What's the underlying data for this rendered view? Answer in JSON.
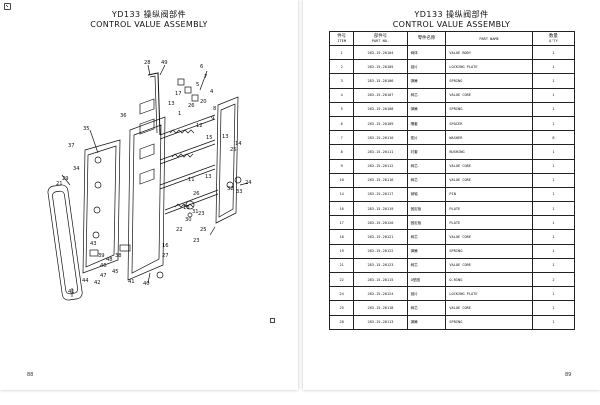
{
  "left_page": {
    "title_cn": "YD133 操纵阀部件",
    "title_en": "CONTROL VALUE ASSEMBLY",
    "page_number": "88",
    "callouts": [
      "28",
      "49",
      "7",
      "6",
      "5",
      "4",
      "20",
      "8",
      "9",
      "26",
      "17",
      "13",
      "1",
      "12",
      "15",
      "13",
      "14",
      "25",
      "32",
      "33",
      "24",
      "13",
      "11",
      "26",
      "31",
      "30",
      "23",
      "10",
      "25",
      "23",
      "22",
      "16",
      "36",
      "37",
      "35",
      "34",
      "29",
      "43",
      "41",
      "46",
      "47",
      "48",
      "41",
      "40",
      "44",
      "42",
      "39",
      "45",
      "38",
      "21",
      "27"
    ]
  },
  "right_page": {
    "title_cn": "YD133 操纵阀部件",
    "title_en": "CONTROL VALUE ASSEMBLY",
    "page_number": "89",
    "headers": {
      "item_cn": "件号",
      "item_en": "ITEM",
      "part_cn": "部件号",
      "part_en": "PART NO.",
      "name_cn": "零件名称",
      "pname_en": "PART NAME",
      "qty_cn": "数量",
      "qty_en": "Q'TY"
    },
    "rows": [
      {
        "item": "1",
        "part": "283-15-20104",
        "cn": "阀体",
        "name": "VALUE BODY",
        "qty": "1"
      },
      {
        "item": "2",
        "part": "283-15-20105",
        "cn": "锁片",
        "name": "LOCKING PLATE",
        "qty": "1"
      },
      {
        "item": "3",
        "part": "283-15-20106",
        "cn": "弹簧",
        "name": "SPRING",
        "qty": "1"
      },
      {
        "item": "4",
        "part": "283-15-20107",
        "cn": "阀芯",
        "name": "VALUE CORE",
        "qty": "1"
      },
      {
        "item": "5",
        "part": "283-15-20108",
        "cn": "弹簧",
        "name": "SPRING",
        "qty": "1"
      },
      {
        "item": "6",
        "part": "283-15-20109",
        "cn": "隔套",
        "name": "SPACER",
        "qty": "1"
      },
      {
        "item": "7",
        "part": "283-15-20110",
        "cn": "垫片",
        "name": "WASHER",
        "qty": "8"
      },
      {
        "item": "8",
        "part": "283-15-20111",
        "cn": "衬套",
        "name": "BUSHING",
        "qty": "1"
      },
      {
        "item": "9",
        "part": "283-15-20112",
        "cn": "阀芯",
        "name": "VALUE CORE",
        "qty": "1"
      },
      {
        "item": "10",
        "part": "283-15-20116",
        "cn": "阀芯",
        "name": "VALUE CORE",
        "qty": "1"
      },
      {
        "item": "14",
        "part": "283-15-20117",
        "cn": "销轴",
        "name": "PIN",
        "qty": "1"
      },
      {
        "item": "16",
        "part": "283-15-20119",
        "cn": "固定板",
        "name": "PLATE",
        "qty": "1"
      },
      {
        "item": "17",
        "part": "283-15-20120",
        "cn": "固定板",
        "name": "PLATE",
        "qty": "1"
      },
      {
        "item": "18",
        "part": "283-15-20121",
        "cn": "阀芯",
        "name": "VALUE CORE",
        "qty": "1"
      },
      {
        "item": "19",
        "part": "283-15-20122",
        "cn": "弹簧",
        "name": "SPRING",
        "qty": "1"
      },
      {
        "item": "21",
        "part": "283-15-20123",
        "cn": "阀芯",
        "name": "VALUE CORE",
        "qty": "1"
      },
      {
        "item": "22",
        "part": "283-15-20115",
        "cn": "O型圈",
        "name": "O-RING",
        "qty": "2"
      },
      {
        "item": "24",
        "part": "283-15-20124",
        "cn": "锁片",
        "name": "LOCKING PLATE",
        "qty": "1"
      },
      {
        "item": "25",
        "part": "283-15-20118",
        "cn": "阀芯",
        "name": "VALUE CORE",
        "qty": "1"
      },
      {
        "item": "28",
        "part": "283-15-20113",
        "cn": "弹簧",
        "name": "SPRING",
        "qty": "1"
      }
    ]
  }
}
